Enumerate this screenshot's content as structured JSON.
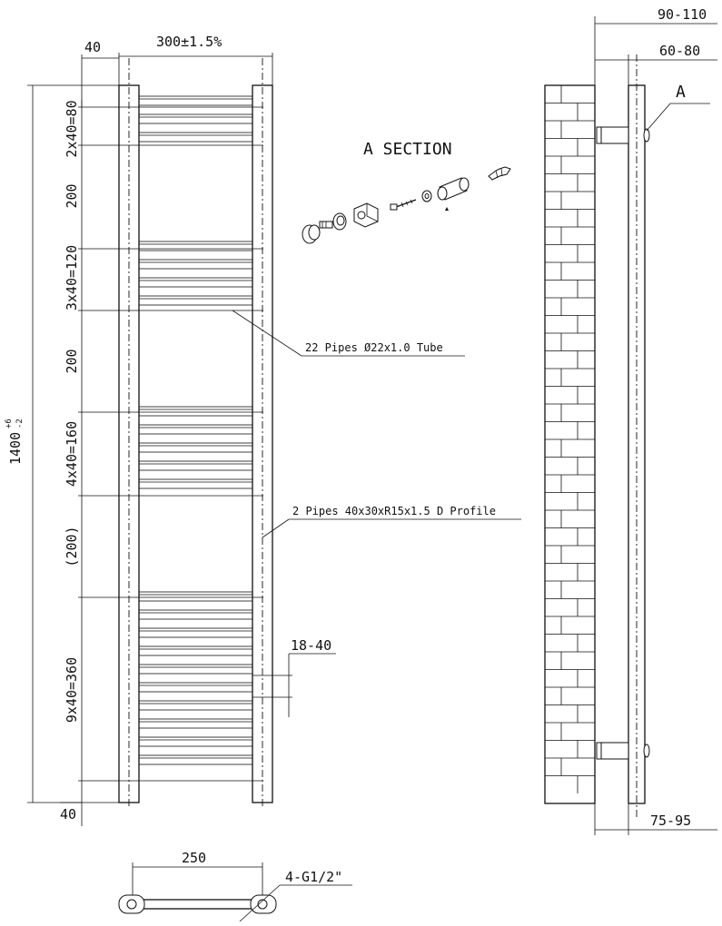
{
  "front_view": {
    "dim_top_overlap": "40",
    "dim_width": "300±1.5%",
    "dim_height_main": "1400",
    "dim_height_sup": "+6",
    "dim_height_sub": "-2",
    "dim_bottom_overlap": "40",
    "dim_spacings": [
      "2x40=80",
      "200",
      "3x40=120",
      "200",
      "4x40=160",
      "(200)",
      "9x40=360"
    ],
    "dim_gap": "18-40"
  },
  "callouts": {
    "pipes_label": "22 Pipes Ø22x1.0 Tube",
    "profile_label": "2 Pipes 40x30xR15x1.5 D Profile"
  },
  "section": {
    "title": "A SECTION"
  },
  "side_view": {
    "dim_outer": "90-110",
    "dim_inner": "60-80",
    "dim_bottom": "75-95",
    "label_a": "A"
  },
  "plan_view": {
    "dim_centers": "250",
    "dim_connections": "4-G1/2\""
  }
}
